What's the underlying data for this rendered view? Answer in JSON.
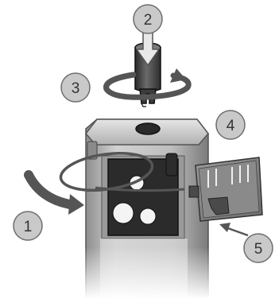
{
  "callouts": [
    {
      "label": "1"
    },
    {
      "label": "2"
    },
    {
      "label": "3"
    },
    {
      "label": "4"
    },
    {
      "label": "5"
    }
  ],
  "colors": {
    "callout_fill": "#c9c9c9",
    "callout_stroke": "#6e6e6e",
    "device_body": "#b8b8b8",
    "device_dark": "#3a3a3a",
    "tool_dark": "#3c3c3c",
    "arrow": "#555555"
  },
  "icons": {
    "insert_arrow": "down-arrow-icon",
    "rotate_arrow": "rotate-arrow-icon",
    "curved_arrow": "curved-arrow-icon",
    "straight_arrow": "diagonal-arrow-icon"
  }
}
